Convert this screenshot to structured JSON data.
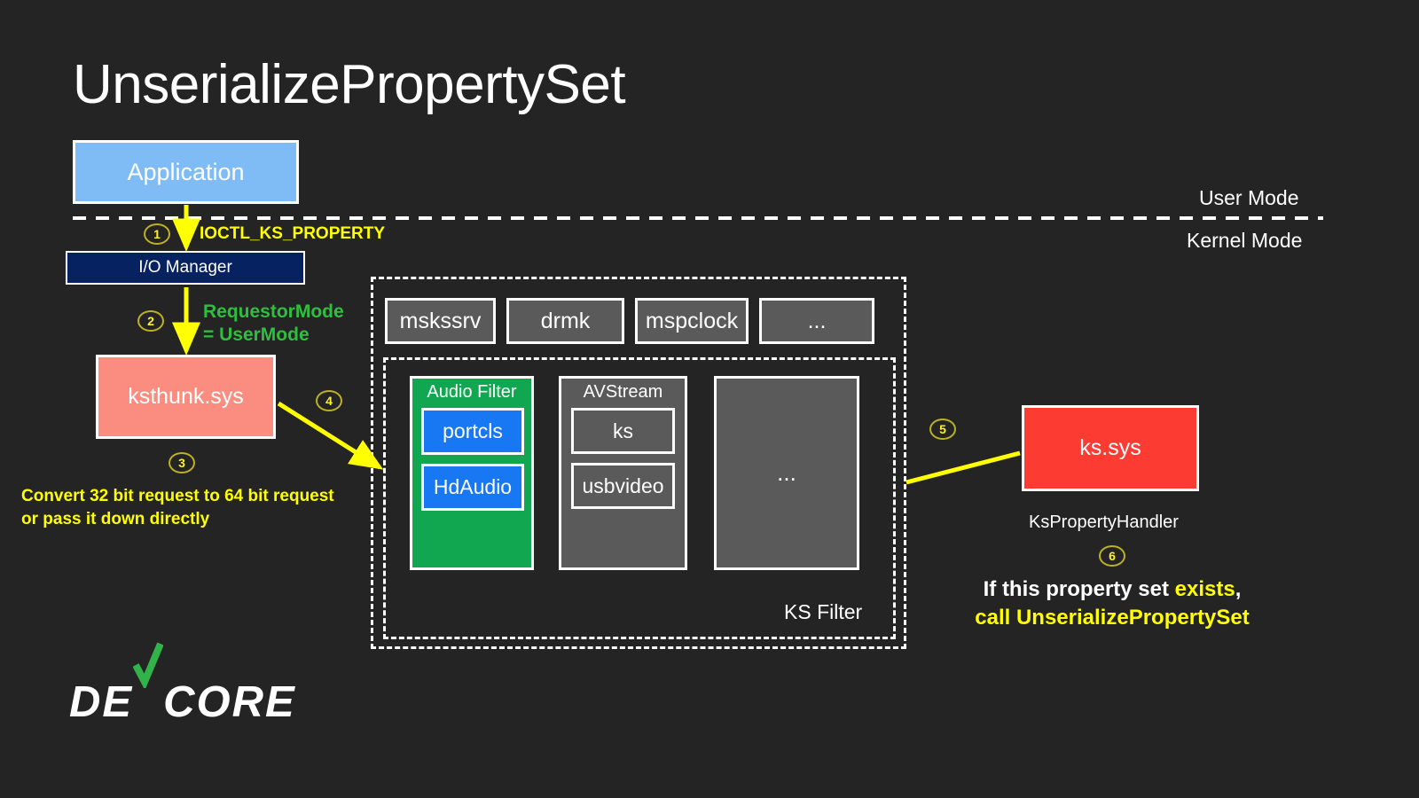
{
  "title": "UnserializePropertySet",
  "background_color": "#242424",
  "colors": {
    "accent_yellow": "#FFFF00",
    "accent_green": "#2FBF3F",
    "application_blue": "#7FBCF5",
    "io_manager_navy": "#072260",
    "ksthunk_salmon": "#FB8D80",
    "kssys_red": "#FC3B33",
    "audio_filter_green": "#10A750",
    "driver_gray": "#5A5A5A",
    "port_blue": "#1877F2"
  },
  "boundary": {
    "user_mode_label": "User Mode",
    "kernel_mode_label": "Kernel Mode"
  },
  "nodes": {
    "application": "Application",
    "io_manager": "I/O Manager",
    "ksthunk": "ksthunk.sys",
    "ks_sys": "ks.sys",
    "ks_filter_label": "KS Filter",
    "audio_filter": "Audio Filter",
    "avstream": "AVStream",
    "ellipsis": "..."
  },
  "drivers": [
    {
      "label": "mskssrv"
    },
    {
      "label": "drmk"
    },
    {
      "label": "mspclock"
    },
    {
      "label": "..."
    }
  ],
  "audio_filter_children": [
    {
      "label": "portcls"
    },
    {
      "label": "HdAudio"
    }
  ],
  "avstream_children": [
    {
      "label": "ks"
    },
    {
      "label": "usbvideo"
    }
  ],
  "steps": {
    "one": "1",
    "two": "2",
    "three": "3",
    "four": "4",
    "five": "5",
    "six": "6"
  },
  "annotations": {
    "ioctl": "IOCTL_KS_PROPERTY",
    "requestor_mode_line1": "RequestorMode",
    "requestor_mode_line2": "= UserMode",
    "convert_line1": "Convert 32 bit request to 64 bit request",
    "convert_line2": "or pass it down directly",
    "ks_property_handler": "KsPropertyHandler",
    "exists_prefix": "If this property set ",
    "exists_highlight": "exists",
    "exists_comma": ",",
    "exists_line2": "call UnserializePropertySet"
  },
  "logo": {
    "part1": "DE",
    "part2": "CORE",
    "check_icon": "green-check-icon"
  }
}
